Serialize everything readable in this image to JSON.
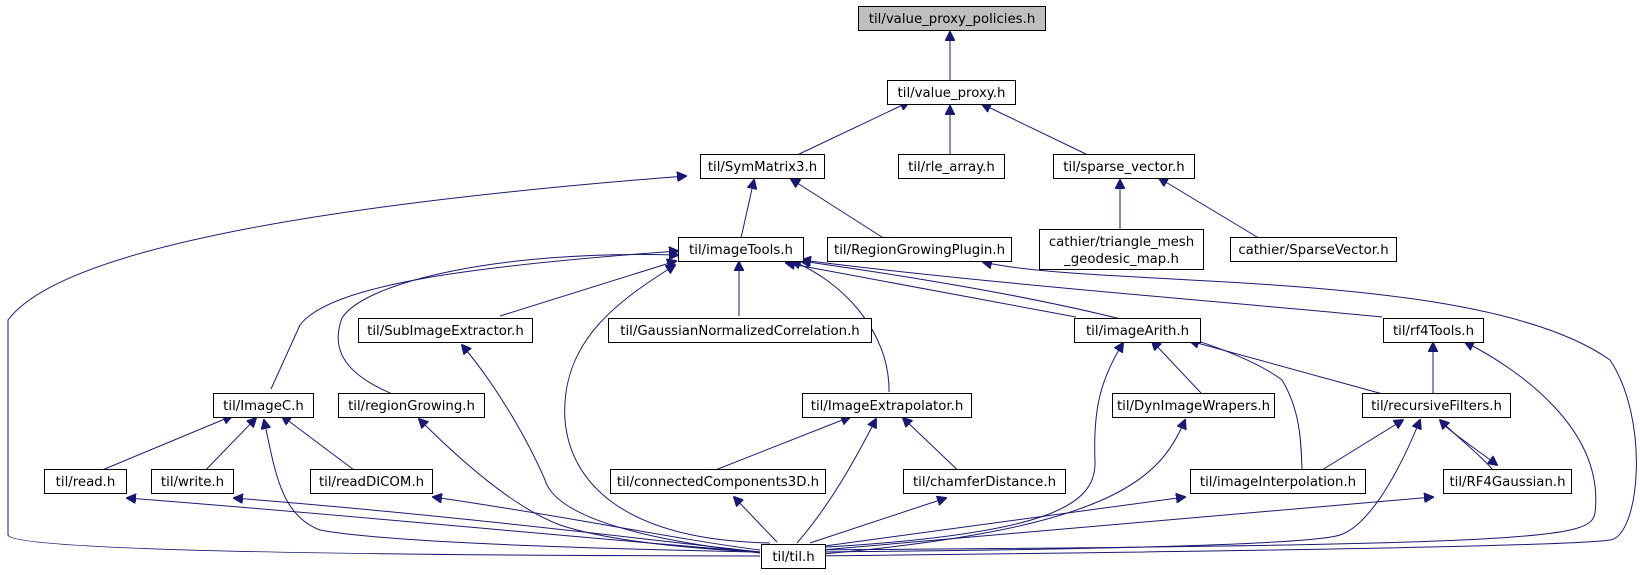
{
  "graph": {
    "colors": {
      "edge": "#191970",
      "root_fill": "#bfbfbf",
      "node_fill": "#ffffff",
      "node_border": "#000000"
    },
    "nodes": {
      "value_proxy_policies": {
        "label": "til/value_proxy_policies.h"
      },
      "value_proxy": {
        "label": "til/value_proxy.h"
      },
      "symmatrix3": {
        "label": "til/SymMatrix3.h"
      },
      "rle_array": {
        "label": "til/rle_array.h"
      },
      "sparse_vector": {
        "label": "til/sparse_vector.h"
      },
      "triangle_mesh": {
        "label": [
          "cathier/triangle_mesh",
          "_geodesic_map.h"
        ]
      },
      "sparsevector_c": {
        "label": "cathier/SparseVector.h"
      },
      "imagetools": {
        "label": "til/imageTools.h"
      },
      "regiongrowingplugin": {
        "label": "til/RegionGrowingPlugin.h"
      },
      "subimageextractor": {
        "label": "til/SubImageExtractor.h"
      },
      "gaussiannormcorr": {
        "label": "til/GaussianNormalizedCorrelation.h"
      },
      "imagearith": {
        "label": "til/imageArith.h"
      },
      "rf4tools": {
        "label": "til/rf4Tools.h"
      },
      "imagec": {
        "label": "til/ImageC.h"
      },
      "regiongrowing": {
        "label": "til/regionGrowing.h"
      },
      "imageextrapolator": {
        "label": "til/ImageExtrapolator.h"
      },
      "dynimagewrapers": {
        "label": "til/DynImageWrapers.h"
      },
      "recursivefilters": {
        "label": "til/recursiveFilters.h"
      },
      "read": {
        "label": "til/read.h"
      },
      "write": {
        "label": "til/write.h"
      },
      "readdicom": {
        "label": "til/readDICOM.h"
      },
      "connectedcomponents": {
        "label": "til/connectedComponents3D.h"
      },
      "chamferdistance": {
        "label": "til/chamferDistance.h"
      },
      "imageinterpolation": {
        "label": "til/imageInterpolation.h"
      },
      "rf4gaussian": {
        "label": "til/RF4Gaussian.h"
      },
      "til": {
        "label": "til/til.h"
      }
    }
  }
}
